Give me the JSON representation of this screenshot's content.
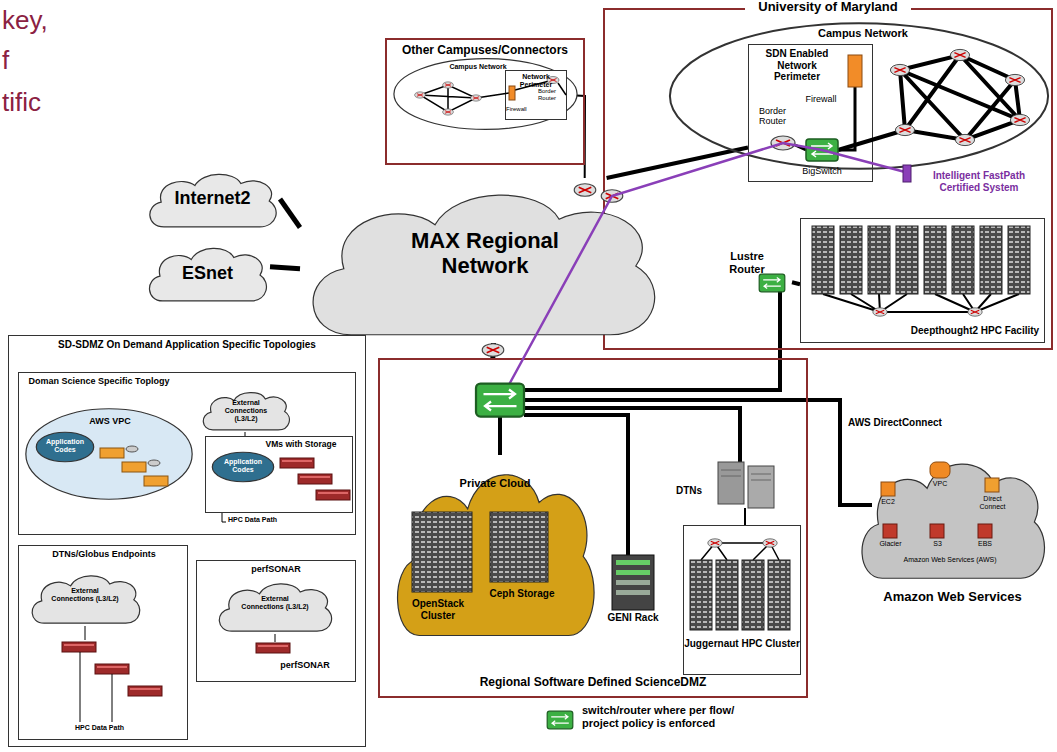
{
  "diagram": {
    "nodes": [
      {
        "text": [
          "Other Campuses/Connectors"
        ]
      },
      {
        "text": [
          "Campus Network"
        ],
        "in": 0
      },
      {
        "text": [
          "Network Perimeter"
        ],
        "in": 1
      },
      {
        "text": [
          "University of Maryland"
        ]
      },
      {
        "text": [
          "Campus Network"
        ],
        "in": 3
      },
      {
        "text": [
          "SDN Enabled Network Perimeter"
        ],
        "in": 4
      },
      {
        "text": [
          "Intelligent FastPath Certified System"
        ],
        "in": 3
      },
      {
        "text": [
          "Lustre Router"
        ],
        "in": 3
      },
      {
        "text": [
          "Deepthought2 HPC Facility"
        ],
        "in": 3
      },
      {
        "text": [
          "Internet2"
        ]
      },
      {
        "text": [
          "ESnet"
        ]
      },
      {
        "text": [
          "MAX Regional Network"
        ]
      },
      {
        "text": [
          "SD-SDMZ On Demand Application Specific Topologies"
        ]
      },
      {
        "text": [
          "Doman Science Specific Toplogy"
        ],
        "in": 12
      },
      {
        "text": [
          "AWS VPC"
        ],
        "in": 13
      },
      {
        "text": [
          "Application Codes"
        ],
        "in": 14
      },
      {
        "text": [
          "External Connections (L3/L2)"
        ],
        "in": 13
      },
      {
        "text": [
          "VMs with Storage"
        ],
        "in": 13
      },
      {
        "text": [
          "Application Codes"
        ],
        "in": 17
      },
      {
        "text": [
          "DTNs/Globus Endpoints"
        ],
        "in": 12
      },
      {
        "text": [
          "External Connections (L3/L2)"
        ],
        "in": 19
      },
      {
        "text": [
          "perfSONAR"
        ],
        "in": 12
      },
      {
        "text": [
          "External Connections (L3/L2)"
        ],
        "in": 21
      },
      {
        "text": [
          "Regional Software Defined ScienceDMZ"
        ]
      },
      {
        "text": [
          "Private Cloud"
        ],
        "in": 23
      },
      {
        "text": [
          "GENI Rack"
        ],
        "in": 23
      },
      {
        "text": [
          "DTNs"
        ],
        "in": 23
      },
      {
        "text": [
          "Juggernaut HPC Cluster"
        ],
        "in": 23
      },
      {
        "text": [
          "Amazon Web Services"
        ]
      }
    ],
    "edges": [
      {
        "from": 9,
        "to": 11,
        "arrow": "none"
      },
      {
        "from": 10,
        "to": 11,
        "arrow": "none"
      },
      {
        "from": 11,
        "to": 2,
        "arrow": "none"
      },
      {
        "from": 11,
        "to": 5,
        "arrow": "none"
      },
      {
        "from": 7,
        "to": 8,
        "arrow": "none"
      },
      {
        "from": 11,
        "to": 23,
        "arrow": "none"
      }
    ],
    "labels": [
      "key,",
      "f",
      "tific",
      "Border Router",
      "Firewall",
      "Firewall",
      "Border Router",
      "BigSwitch",
      "HPC Data Path",
      "HPC Data Path",
      "perfSONAR",
      "OpenStack Cluster",
      "Ceph Storage",
      "AWS DirectConnect",
      "EC2",
      "VPC",
      "Direct Connect",
      "Glacier",
      "S3",
      "EBS",
      "Amazon Web Services (AWS)"
    ],
    "legend": [
      {
        "text": "switch/router where per flow/ project policy is enforced"
      }
    ]
  }
}
